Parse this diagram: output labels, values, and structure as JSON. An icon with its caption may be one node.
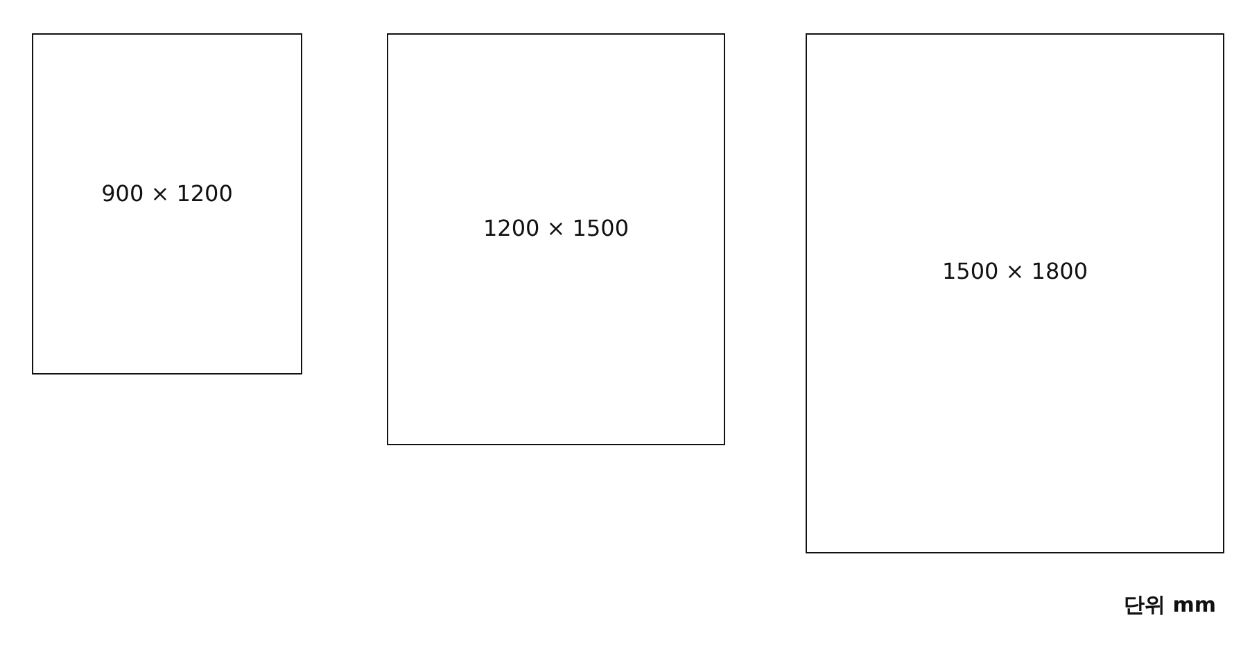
{
  "diagram": {
    "nodes": [
      {
        "text": [
          "900 × 1200"
        ]
      },
      {
        "text": [
          "1200 × 1500"
        ]
      },
      {
        "text": [
          "1500 × 1800"
        ]
      }
    ],
    "labels": [
      "단위 mm"
    ]
  }
}
